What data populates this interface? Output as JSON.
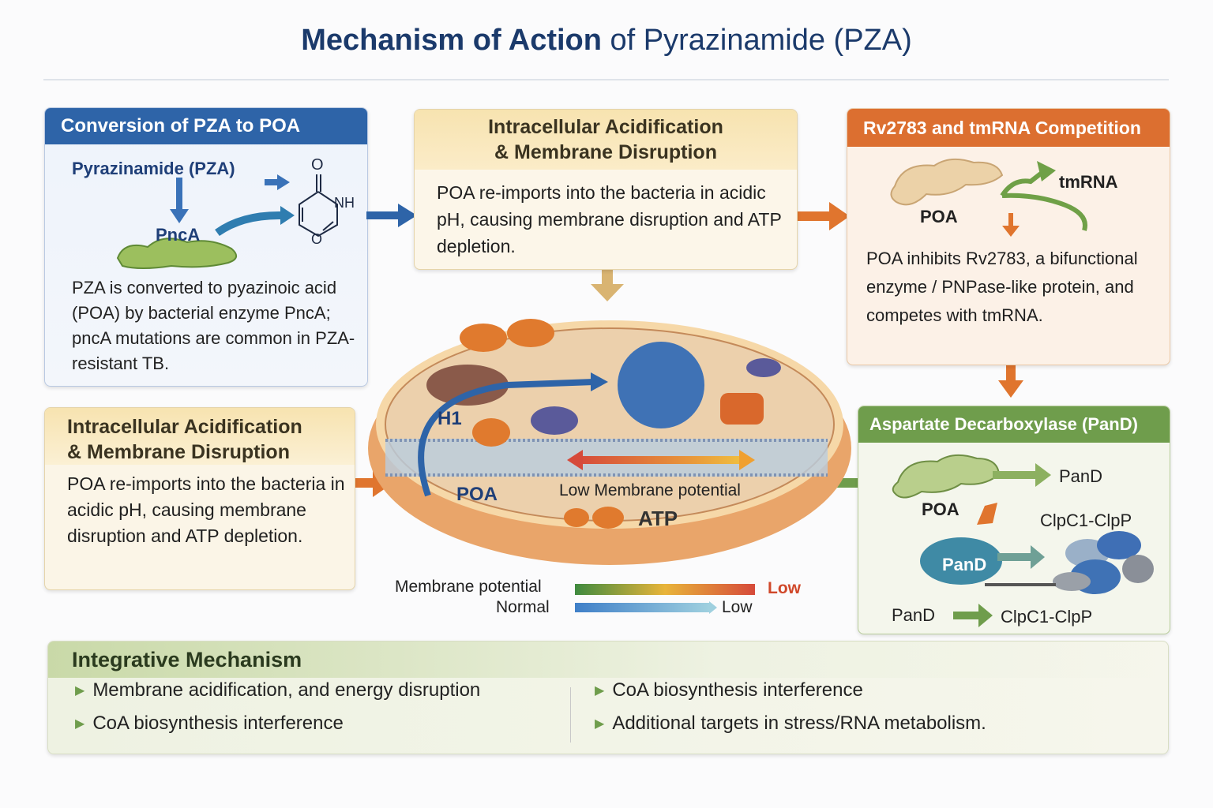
{
  "title": {
    "bold": "Mechanism of Action",
    "rest": "of Pyrazinamide (PZA)"
  },
  "panels": {
    "conversion": {
      "header": "Conversion of PZA to POA",
      "drug_label": "Pyrazinamide (PZA)",
      "enzyme_label": "PncA",
      "molecule_atoms": {
        "o_top": "O",
        "nh": "NH",
        "o_ring": "O"
      },
      "text": "PZA is converted to pyazinoic acid (POA) by bacterial enzyme PncA; pncA mutations are common in PZA-resistant TB."
    },
    "acidification_top": {
      "header_line1": "Intracellular Acidification",
      "header_line2": "& Membrane Disruption",
      "text": "POA re-imports into the bacteria in acidic pH, causing membrane disruption and ATP depletion."
    },
    "rv2783": {
      "header": "Rv2783 and tmRNA Competition",
      "poa_label": "POA",
      "tmrna_label": "tmRNA",
      "text": "POA inhibits Rv2783, a bifunctional enzyme / PNPase-like protein, and competes with tmRNA."
    },
    "acidification_left": {
      "header_line1": "Intracellular Acidification",
      "header_line2": "& Membrane Disruption",
      "text": "POA re-imports into the bacteria in acidic pH, causing membrane disruption and ATP depletion."
    },
    "pand": {
      "header": "Aspartate Decarboxylase (PanD)",
      "poa_label": "POA",
      "pand_target": "PanD",
      "clp_label": "ClpC1-ClpP",
      "pand_blob": "PanD",
      "bottom_from": "PanD",
      "bottom_to": "ClpC1-ClpP"
    }
  },
  "cell": {
    "h_label": "H1",
    "poa_label": "POA",
    "membrane_label": "Low Membrane potential",
    "atp_label": "ATP"
  },
  "legend": {
    "row1_label": "Membrane potential",
    "row1_end": "Low",
    "row2_label": "Normal",
    "row2_end": "Low",
    "colors": {
      "green": "#3f8a3f",
      "yellow": "#e8b43a",
      "red": "#d64a3a",
      "blue": "#3f7fc8",
      "light_blue": "#9fd0df",
      "low_red": "#d0482a"
    }
  },
  "integrative": {
    "header": "Integrative Mechanism",
    "left": [
      "Membrane acidification, and energy disruption",
      "CoA biosynthesis interference"
    ],
    "right": [
      "CoA biosynthesis interference",
      "Additional targets in stress/RNA metabolism."
    ]
  },
  "colors": {
    "title": "#1b3a6b",
    "blue_header": "#2e64a8",
    "orange_header": "#dc6f30",
    "green_header": "#6f9d4c",
    "tan_header": "#f7e3b0"
  }
}
